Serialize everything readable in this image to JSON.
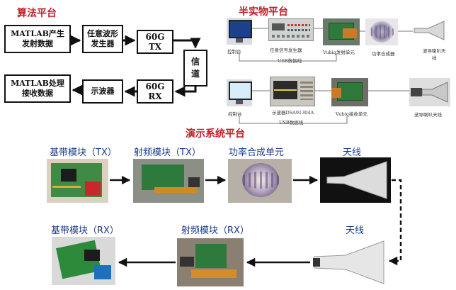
{
  "algorithm_platform": {
    "title": "算法平台",
    "matlab_tx": "MATLAB产生\n发射数据",
    "awg": "任意波形\n发生器",
    "tx60": "60G TX",
    "channel": "信\n道",
    "rx60": "60G RX",
    "scope": "示波器",
    "matlab_rx": "MATLAB处理\n接收数据"
  },
  "semi_physical_platform": {
    "title": "半实物平台",
    "tx_row": {
      "console": "控制台",
      "awg": "任意信号发生器",
      "usb": "USB数据线",
      "vubiq_tx": "Vubiq发射单元",
      "combiner": "功率合成器",
      "horn": "波导喇叭天\n线"
    },
    "rx_row": {
      "console": "控制台",
      "scope": "示波器DSA91304A",
      "usb": "USB数据线",
      "vubiq_rx": "Vubiq接收单元",
      "horn": "波导喇叭天线"
    }
  },
  "demo_platform": {
    "title": "演示系统平台",
    "tx_row": [
      "基带模块（TX）",
      "射频模块（TX）",
      "功率合成单元",
      "天线"
    ],
    "rx_row": [
      "基带模块（RX）",
      "射频模块（RX）",
      "天线"
    ]
  },
  "colors": {
    "title_red": "#c0202a",
    "label_blue": "#1a3a8a",
    "arrow": "#111111"
  }
}
